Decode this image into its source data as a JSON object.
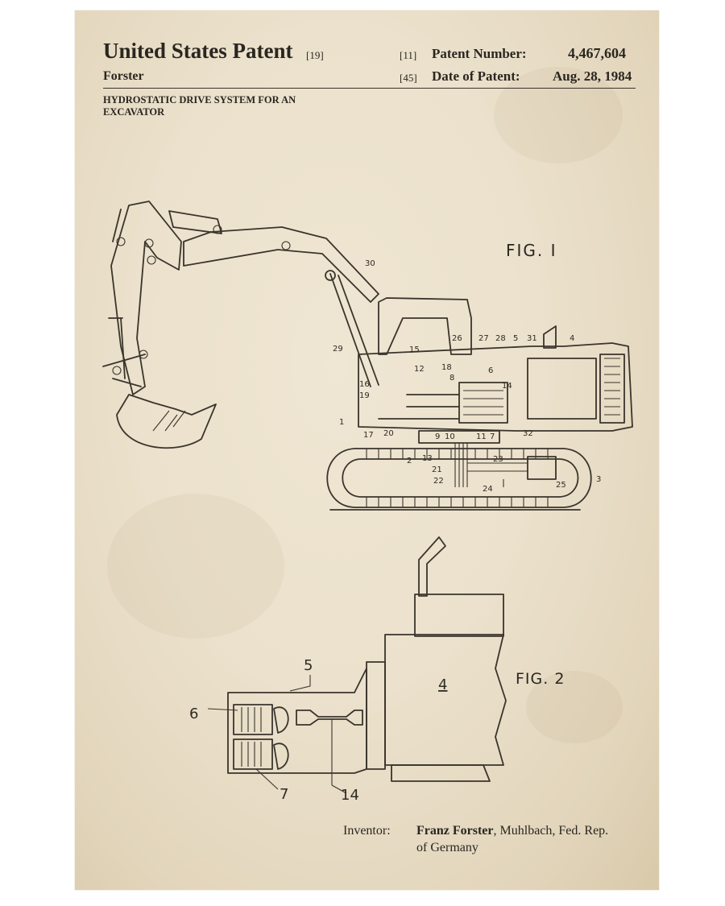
{
  "header": {
    "title": "United States Patent",
    "title_ref": "[19]",
    "inventor_short": "Forster",
    "patent_number_ref": "[11]",
    "patent_number_label": "Patent Number:",
    "patent_number": "4,467,604",
    "date_ref": "[45]",
    "date_label": "Date of Patent:",
    "date": "Aug. 28, 1984",
    "invention_title_line1": "HYDROSTATIC DRIVE SYSTEM FOR AN",
    "invention_title_line2": "EXCAVATOR"
  },
  "figures": {
    "fig1_label": "FIG. I",
    "fig2_label": "FIG. 2",
    "fig1_refs": [
      "30",
      "29",
      "15",
      "16",
      "19",
      "1",
      "17",
      "20",
      "12",
      "18",
      "8",
      "26",
      "27",
      "28",
      "5",
      "31",
      "4",
      "6",
      "14",
      "9",
      "10",
      "11",
      "7",
      "32",
      "2",
      "13",
      "21",
      "22",
      "23",
      "24",
      "25",
      "3"
    ],
    "fig2_refs": [
      "5",
      "6",
      "7",
      "14",
      "4"
    ]
  },
  "footer": {
    "inventor_label": "Inventor:",
    "inventor_name": "Franz Forster",
    "inventor_location_line1": ", Muhlbach, Fed. Rep.",
    "inventor_location_line2": "of Germany"
  },
  "colors": {
    "paper": "#ebe1cc",
    "ink": "#3a342c"
  }
}
